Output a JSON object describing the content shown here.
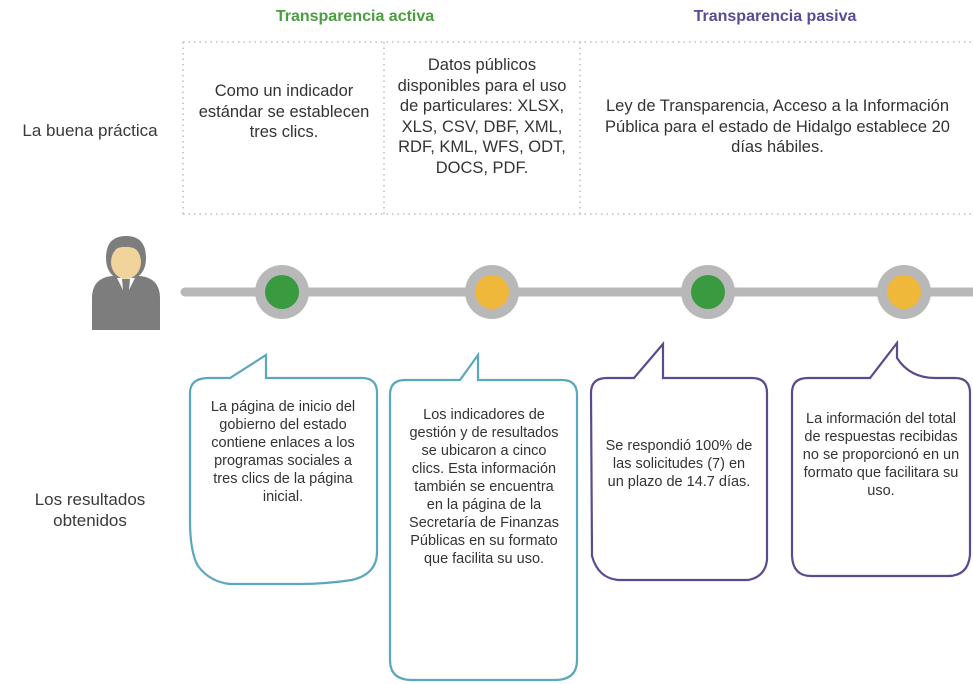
{
  "headers": {
    "active": "Transparencia activa",
    "passive": "Transparencia pasiva"
  },
  "rows": {
    "practice": "La buena práctica",
    "results": "Los resultados obtenidos"
  },
  "practices": [
    "Como un indicador estándar se establecen tres clics.",
    "Datos públicos disponibles para el uso de particulares: XLSX, XLS, CSV, DBF, XML, RDF, KML, WFS, ODT, DOCS, PDF.",
    "Ley de Transparencia, Acceso a la Información Pública para el estado de Hidalgo establece 20 días hábiles."
  ],
  "results": [
    "La página de inicio del gobierno del estado contiene enlaces a los programas sociales a tres clics de la página inicial.",
    "Los indicadores de gestión y de resultados se ubicaron a cinco clics. Esta información también se encuentra en la página de la Secretaría de Finanzas Públicas en su formato que facilita su uso.",
    "Se respondió 100% de las solicitudes (7) en un plazo de 14.7 días.",
    "La información del total de respuestas recibidas no se proporcionó en un formato que facilitara su uso."
  ],
  "status_colors": [
    "#3a9a3f",
    "#f0b83a",
    "#3a9a3f",
    "#f0b83a"
  ],
  "colors": {
    "active": "#4a9e3f",
    "passive": "#5b4a96",
    "bubble_teal": "#5ba8bc",
    "bubble_purple": "#5a4a8e",
    "line": "#b8b8b8"
  },
  "icons": [
    "person-icon"
  ]
}
